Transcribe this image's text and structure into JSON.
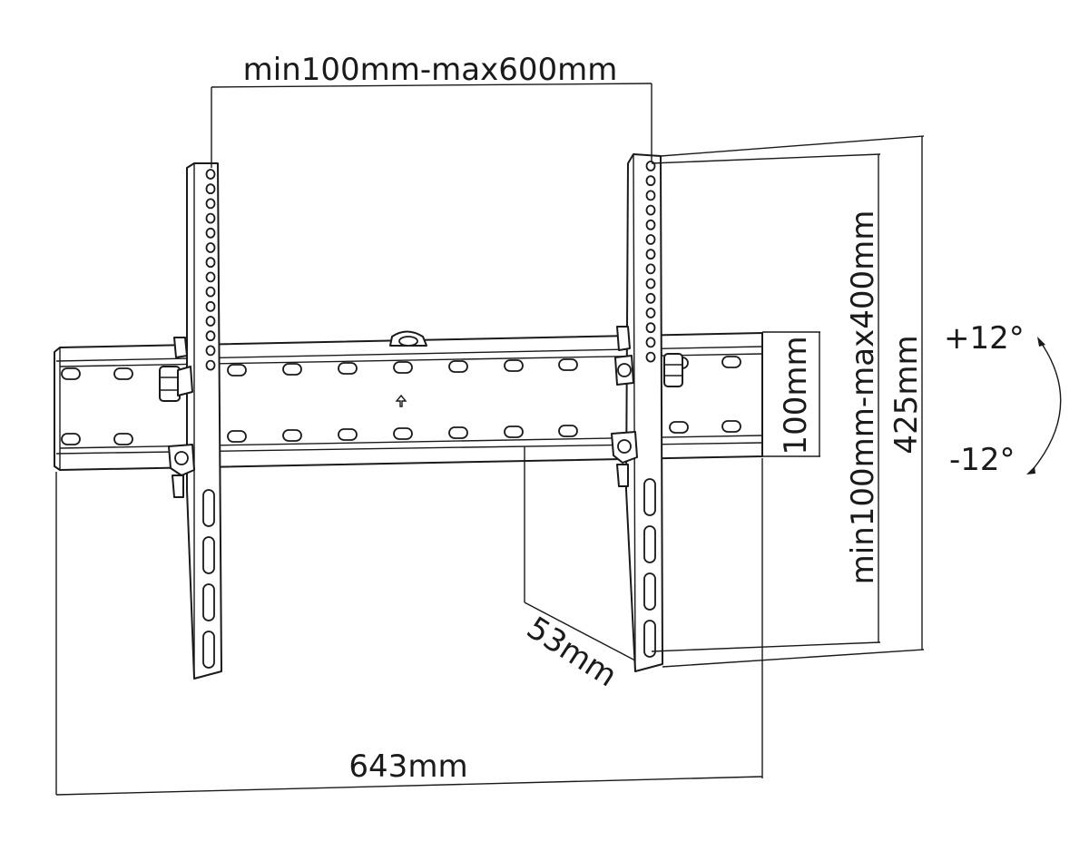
{
  "dimensions": {
    "vesa_width": "min100mm-max600mm",
    "vesa_height": "min100mm-max400mm",
    "rail_height": "100mm",
    "bracket_height": "425mm",
    "total_width": "643mm",
    "depth": "53mm"
  },
  "tilt": {
    "up": "+12°",
    "down": "-12°"
  },
  "icons": {
    "level": "up-arrow-icon"
  }
}
